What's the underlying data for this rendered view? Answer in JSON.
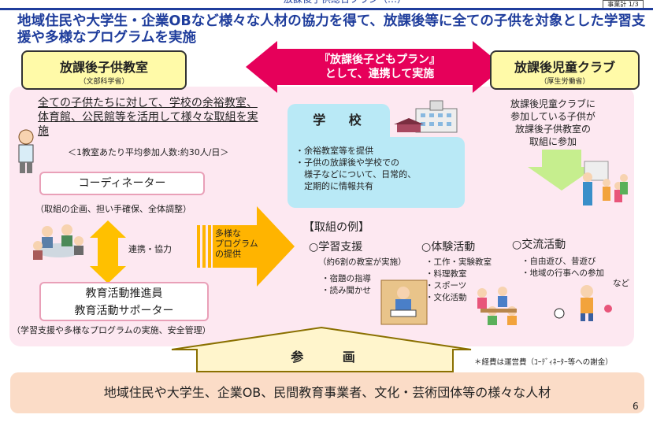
{
  "header": {
    "title_cut": "放課後子供総合プラン（…）",
    "corner_tag": "事業計 1/3",
    "headline": "地域住民や大学生・企業OBなど様々な人材の協力を得て、放課後等に全ての子供を対象とした学習支援や多様なプログラムを実施"
  },
  "left_box": {
    "title": "放課後子供教室",
    "ministry": "（文部科学省）"
  },
  "right_box": {
    "title": "放課後児童クラブ",
    "ministry": "（厚生労働省）"
  },
  "plan": {
    "line1": "『放課後子どもプラン』",
    "line2": "として、連携して実施"
  },
  "lead": {
    "text": "全ての子供たちに対して、学校の余裕教室、体育館、公民館等を活用して様々な取組を実施",
    "avg": "＜1教室あたり平均参加人数:約30人/日＞"
  },
  "coordinator": {
    "label": "コーディネーター",
    "note": "（取組の企画、担い手確保、全体調整）"
  },
  "link_label": "連携・協力",
  "promoter": {
    "line1": "教育活動推進員",
    "line2": "教育活動サポーター",
    "note": "（学習支援や多様なプログラムの実施、安全管理）"
  },
  "school": {
    "title": "学 校",
    "items": [
      "・余裕教室等を提供",
      "・子供の放課後や学校での",
      "　様子などについて、日常的、",
      "　定期的に情報共有"
    ]
  },
  "club_desc": [
    "放課後児童クラブに",
    "参加している子供が",
    "放課後子供教室の",
    "取組に参加"
  ],
  "arrow_label": [
    "多様な",
    "プログラム",
    "の提供"
  ],
  "examples": {
    "title": "【取組の例】",
    "study": {
      "head": "○学習支援",
      "note": "（約6割の教室が実施）",
      "items": [
        "・宿題の指導",
        "・読み聞かせ"
      ]
    },
    "experience": {
      "head": "○体験活動",
      "items": [
        "・工作・実験教室",
        "・料理教室",
        "・スポーツ",
        "・文化活動"
      ]
    },
    "exchange": {
      "head": "○交流活動",
      "items": [
        "・自由遊び、昔遊び",
        "・地域の行事への参加",
        "など"
      ]
    }
  },
  "participation": "参 画",
  "cost_note": "＊経費は運営費（ｺｰﾃﾞｨﾈｰﾀｰ等への謝金）",
  "base": "地域住民や大学生、企業OB、民間教育事業者、文化・芸術団体等の様々な人材",
  "page_number": "6",
  "colors": {
    "navy": "#1f3d9c",
    "magenta": "#e6005a",
    "yellow_box": "#fffaa8",
    "pink_bg": "#fde8f1",
    "school_blue": "#b9e9f6",
    "orange_arrow": "#ffb400",
    "green_arrow": "#c6ee8e",
    "base_peach": "#fbdcc7"
  }
}
